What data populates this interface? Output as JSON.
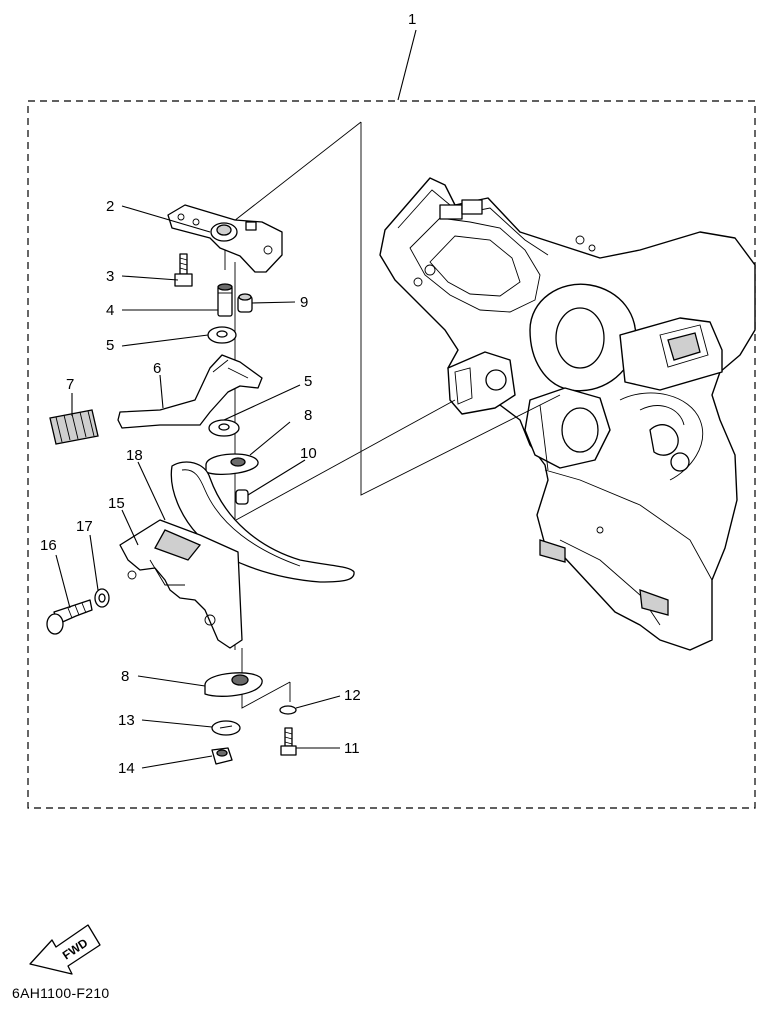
{
  "callouts": {
    "c1": "1",
    "c2": "2",
    "c3": "3",
    "c4": "4",
    "c5a": "5",
    "c5b": "5",
    "c6": "6",
    "c7": "7",
    "c8a": "8",
    "c8b": "8",
    "c9": "9",
    "c10": "10",
    "c11": "11",
    "c12": "12",
    "c13": "13",
    "c14": "14",
    "c15": "15",
    "c16": "16",
    "c17": "17",
    "c18": "18"
  },
  "fwd_badge": "FWD",
  "doc_code": "6AH1100-F210"
}
